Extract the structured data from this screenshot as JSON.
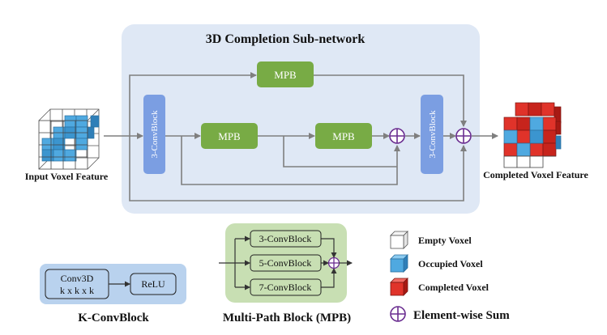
{
  "title": "3D Completion Sub-network",
  "input_label": "Input Voxel Feature",
  "output_label": "Completed Voxel Feature",
  "blocks": {
    "mpb_label": "MPB",
    "conv_left": "3-ConvBlock",
    "conv_right": "3-ConvBlock"
  },
  "k_convblock": {
    "conv3d_line1": "Conv3D",
    "conv3d_line2": "k x k x k",
    "relu": "ReLU",
    "caption": "K-ConvBlock"
  },
  "mpb_detail": {
    "branches": [
      "3-ConvBlock",
      "5-ConvBlock",
      "7-ConvBlock"
    ],
    "caption": "Multi-Path Block (MPB)"
  },
  "legend": {
    "empty": "Empty Voxel",
    "occupied": "Occupied Voxel",
    "completed": "Completed Voxel",
    "sum": "Element-wise Sum"
  },
  "colors": {
    "panel_bg": "#dfe8f5",
    "conv_blue": "#7b9ee2",
    "mpb_green": "#78ab45",
    "mpb_panel": "#c8dfb3",
    "kconv_panel": "#b9d2ee",
    "voxel_occupied": "#4fa9e0",
    "voxel_completed": "#e0332a",
    "sum_purple": "#6a2d90"
  }
}
